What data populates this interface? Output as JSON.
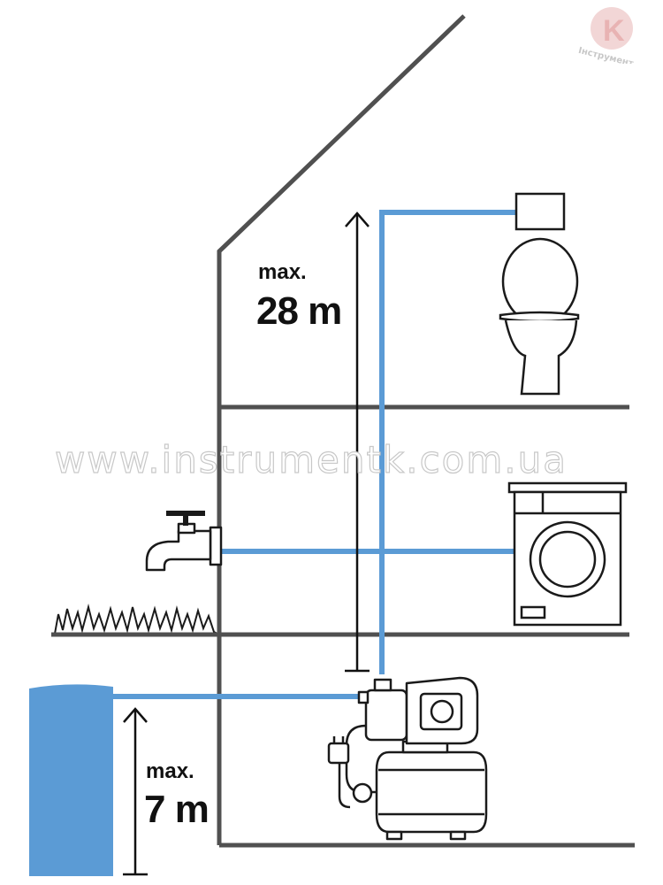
{
  "upper": {
    "max_label": "max.",
    "value": "28 m"
  },
  "lower": {
    "max_label": "max.",
    "value": "7 m"
  },
  "watermark": "www.instrumentk.com.ua",
  "logo": {
    "letter": "K",
    "text": "Інструмент"
  },
  "colors": {
    "water": "#5b9bd5",
    "wall": "#505050",
    "outline": "#1a1a1a"
  },
  "icons": [
    "house-outline",
    "toilet-icon",
    "washing-machine-icon",
    "garden-tap-icon",
    "grass-icon",
    "water-well-icon",
    "pump-icon",
    "height-arrow-icon"
  ]
}
